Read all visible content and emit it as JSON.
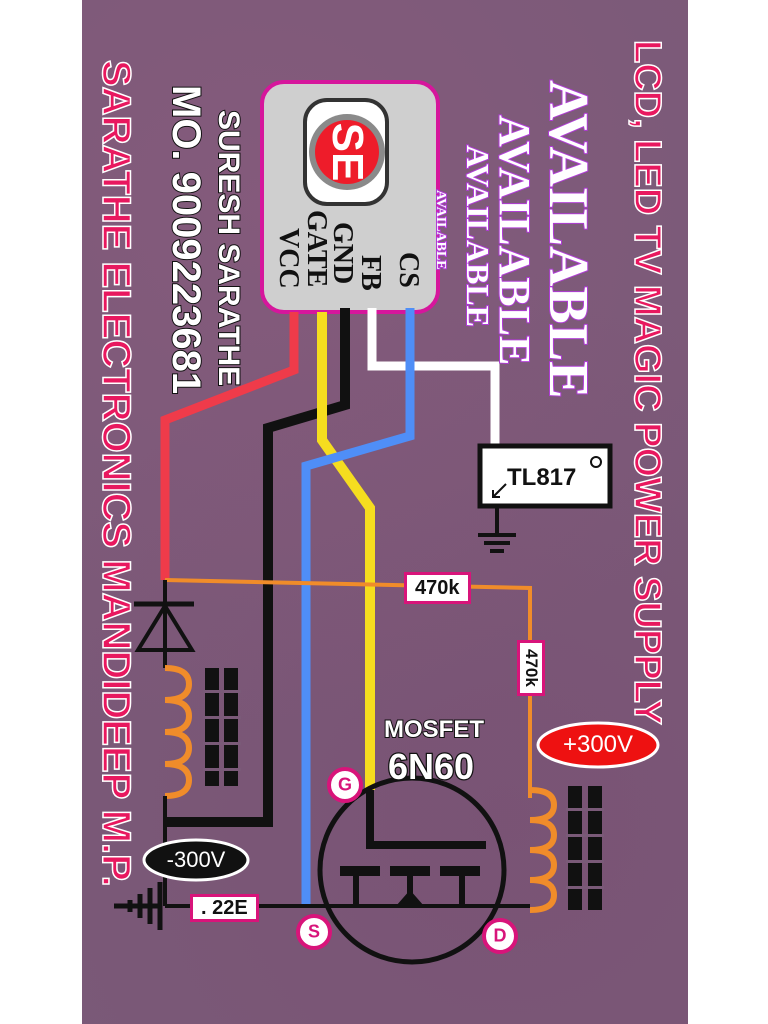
{
  "header": {
    "title_line1": "LCD, LED TV MAGIC POWER SUPPLY",
    "available": [
      "AVAILABLE",
      "AVAILABLE",
      "AVAILABLE",
      "AVAILABLE"
    ]
  },
  "contact": {
    "name": "SURESH SARATHE",
    "mobile": "MO. 9009223681",
    "shop": "SARATHE ELECTRONICS MANDIDEEP M.P."
  },
  "ic": {
    "logo": "SE",
    "pins": [
      "CS",
      "FB",
      "GND",
      "GATE",
      "VCC"
    ]
  },
  "components": {
    "optocoupler": "TL817",
    "resistor_top": "470k",
    "resistor_side": "470k",
    "mosfet_title": "MOSFET",
    "mosfet_part": "6N60",
    "gate_pin": "G",
    "source_pin": "S",
    "drain_pin": "D",
    "sense_resistor": ". 22E",
    "pos_voltage": "+300V",
    "neg_voltage": "-300V"
  },
  "colors": {
    "vcc_wire": "#ef3b4a",
    "gate_wire": "#f5dd1f",
    "gnd_wire": "#111111",
    "fb_wire": "#ffffff",
    "cs_wire": "#4f8ef7",
    "resistor_wire": "#f08c2a",
    "coil": "#f08c2a",
    "accent_pink": "#e8185f"
  }
}
